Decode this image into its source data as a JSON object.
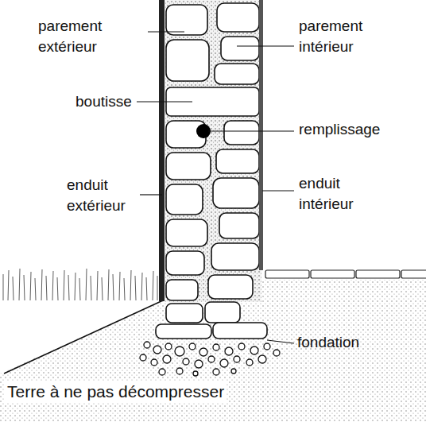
{
  "diagram": {
    "labels": [
      "parement extérieur",
      "parement intérieur",
      "boutisse",
      "remplissage",
      "enduit extérieur",
      "enduit intérieur",
      "fondation",
      "Terre à ne pas décompresser"
    ]
  }
}
